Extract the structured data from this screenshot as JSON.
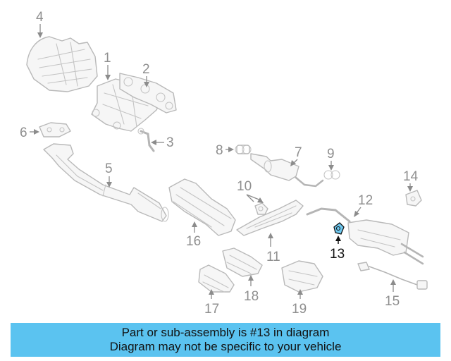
{
  "diagram": {
    "callouts": [
      "1",
      "2",
      "3",
      "4",
      "5",
      "6",
      "7",
      "8",
      "9",
      "10",
      "11",
      "12",
      "13",
      "14",
      "15",
      "16",
      "17",
      "18",
      "19"
    ],
    "highlighted_part": "13",
    "highlight_color": "#5bc3f0"
  },
  "banner": {
    "line1": "Part or sub-assembly is #13 in diagram",
    "line2": "Diagram may not be specific to your vehicle"
  }
}
